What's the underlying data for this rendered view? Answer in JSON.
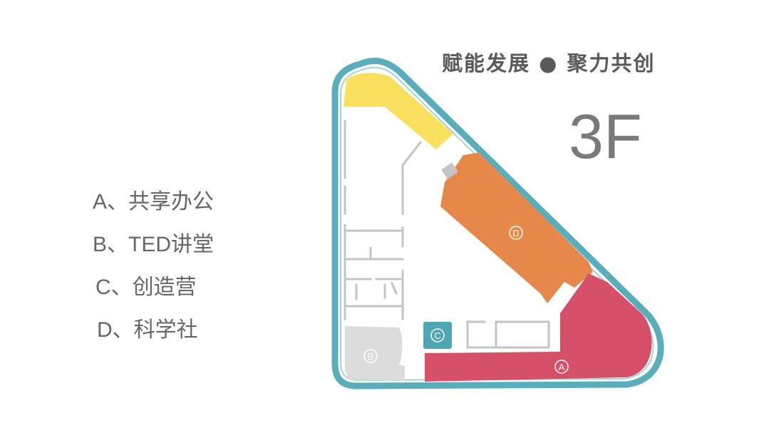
{
  "slogan": "赋能发展 ● 聚力共创",
  "floor": "3F",
  "legend": [
    {
      "key": "A",
      "text": "A、共享办公"
    },
    {
      "key": "B",
      "text": "B、TED讲堂"
    },
    {
      "key": "C",
      "text": "C、创造营"
    },
    {
      "key": "D",
      "text": "D、科学社"
    }
  ],
  "zones": {
    "a": {
      "label": "A",
      "color": "#d6506a"
    },
    "b": {
      "label": "B",
      "color": "#dcdcdc"
    },
    "c": {
      "label": "C",
      "color": "#4ea7b3"
    },
    "d": {
      "label": "D",
      "color": "#e5884a"
    },
    "yellow": {
      "color": "#f9e05e"
    }
  },
  "colors": {
    "outline": "#5aaebc",
    "walls": "#c4c4c4",
    "text": "#666666"
  }
}
